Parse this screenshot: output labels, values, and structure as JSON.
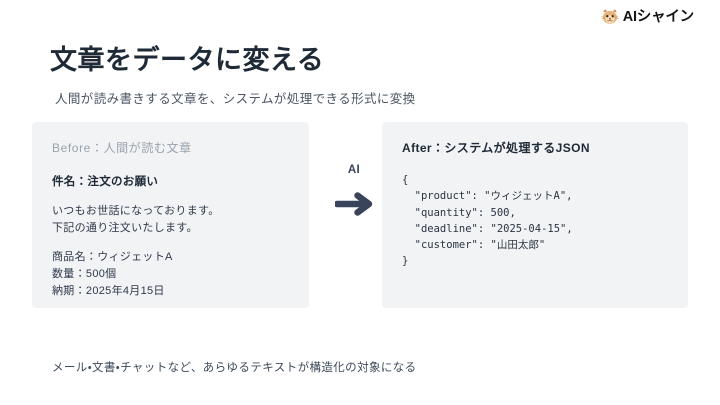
{
  "brand": {
    "name": "AIシャイン",
    "mark_icon": "mascot-icon"
  },
  "header": {
    "title": "文章をデータに変える",
    "subtitle": "人間が読み書きする文章を、システムが処理できる形式に変換"
  },
  "before_card": {
    "label": "Before：人間が読む文章",
    "subject": "件名：注文のお願い",
    "body_lines": [
      "いつもお世話になっております。",
      "下記の通り注文いたします。"
    ],
    "field_lines": [
      "商品名：ウィジェットA",
      "数量：500個",
      "納期：2025年4月15日"
    ]
  },
  "transform": {
    "label": "AI",
    "arrow_icon": "arrow-right-icon"
  },
  "after_card": {
    "label": "After：システムが処理するJSON",
    "json_text": "{\n  \"product\": \"ウィジェットA\",\n  \"quantity\": 500,\n  \"deadline\": \"2025-04-15\",\n  \"customer\": \"山田太郎\"\n}"
  },
  "footer": {
    "note": "メール・文書・チャットなど、あらゆるテキストが構造化の対象になる"
  },
  "colors": {
    "background": "#ffffff",
    "card_bg": "#f1f3f5",
    "title": "#1f2a37",
    "muted_label": "#9aa3ad",
    "arrow": "#39445a",
    "body_text": "#30394a"
  }
}
